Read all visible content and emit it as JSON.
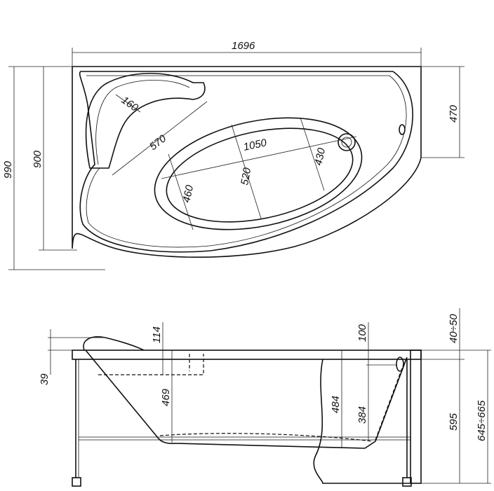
{
  "top_view": {
    "overall_length": "1696",
    "overall_width": "990",
    "rim_width": "900",
    "right_depth": "470",
    "headrest_width": "160",
    "headrest_length": "570",
    "basin_length": "1050",
    "basin_width_mid": "520",
    "basin_width_left": "460",
    "basin_width_right": "430"
  },
  "side_view": {
    "rim_thickness": "39",
    "headrest_drop": "114",
    "depth_left": "469",
    "depth_center": "484",
    "overflow_depth": "384",
    "overflow_height": "100",
    "panel_gap": "40÷50",
    "panel_height": "595",
    "total_height": "645÷665"
  }
}
